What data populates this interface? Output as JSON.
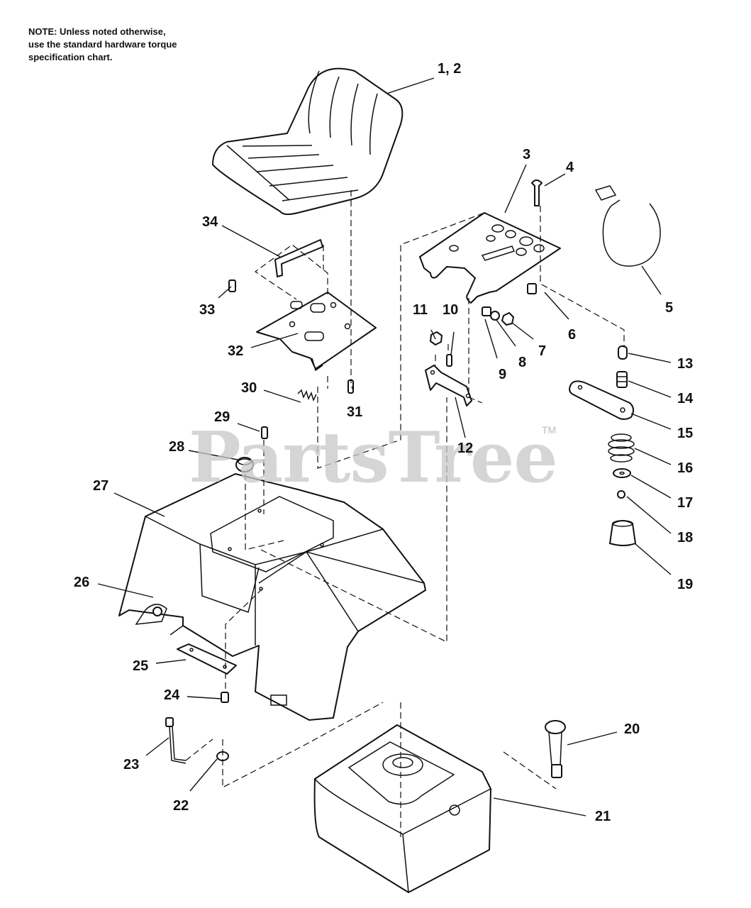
{
  "note": {
    "lines": [
      "NOTE: Unless noted otherwise,",
      "use the standard hardware torque",
      "specification chart."
    ]
  },
  "watermark": {
    "text": "PartsTree",
    "tm": "TM"
  },
  "callouts": {
    "c1_2": "1, 2",
    "c3": "3",
    "c4": "4",
    "c5": "5",
    "c6": "6",
    "c7": "7",
    "c8": "8",
    "c9": "9",
    "c10": "10",
    "c11": "11",
    "c12": "12",
    "c13": "13",
    "c14": "14",
    "c15": "15",
    "c16": "16",
    "c17": "17",
    "c18": "18",
    "c19": "19",
    "c20": "20",
    "c21": "21",
    "c22": "22",
    "c23": "23",
    "c24": "24",
    "c25": "25",
    "c26": "26",
    "c27": "27",
    "c28": "28",
    "c29": "29",
    "c30": "30",
    "c31": "31",
    "c32": "32",
    "c33": "33",
    "c34": "34"
  }
}
